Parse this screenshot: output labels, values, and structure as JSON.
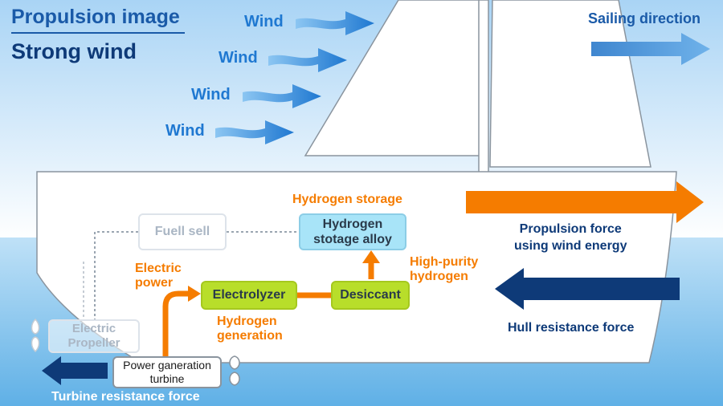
{
  "title": "Propulsion image",
  "subtitle": "Strong wind",
  "wind_labels": [
    "Wind",
    "Wind",
    "Wind",
    "Wind"
  ],
  "sailing_direction": "Sailing direction",
  "hydrogen_storage": "Hydrogen storage",
  "fuel_cell": "Fuell sell",
  "storage_alloy": "Hydrogen\nstotage alloy",
  "high_purity": "High-purity\nhydrogen",
  "electric_power": "Electric\npower",
  "electrolyzer": "Electrolyzer",
  "desiccant": "Desiccant",
  "hydrogen_generation": "Hydrogen\ngeneration",
  "electric_propeller": "Electric\nPropeller",
  "turbine": "Power ganeration\nturbine",
  "propulsion_force": "Propulsion force\nusing wind energy",
  "hull_resistance": "Hull resistance force",
  "turbine_resistance": "Turbine resistance force",
  "colors": {
    "sky_top": "#a9d4f5",
    "sea": "#8cc8ee",
    "orange": "#f57c00",
    "navy": "#0e3a78",
    "wind_blue": "#1f78d1",
    "green_box": "#b8de2a",
    "alloy_box": "#a8e4f8"
  }
}
